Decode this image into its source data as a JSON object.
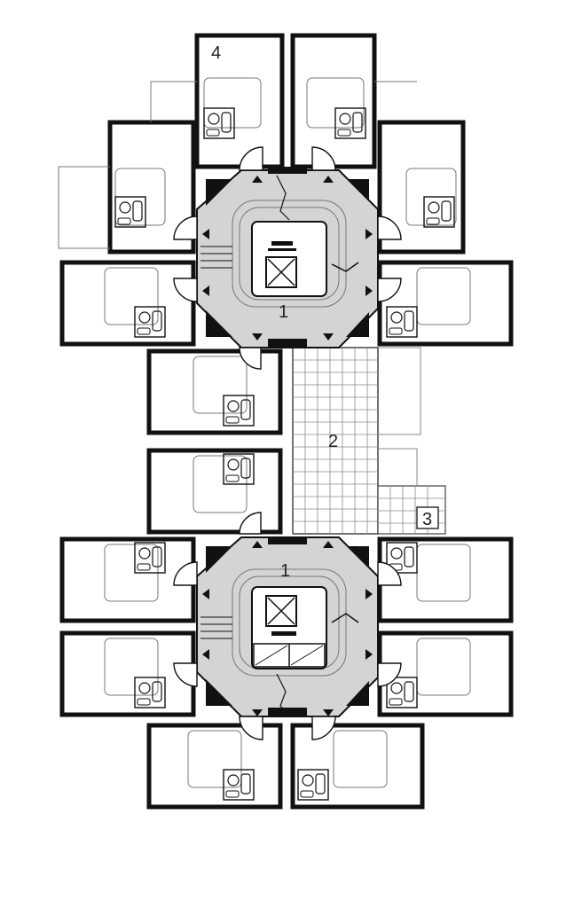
{
  "labels": {
    "top_room_number": "4",
    "top_core": "1",
    "corridor": "2",
    "side_box": "3",
    "bottom_core": "1"
  },
  "colors": {
    "wall": "#111111",
    "core_fill": "#d4d4d4",
    "grid_line": "#8a8a8a",
    "thin_line": "#666666",
    "paper": "#ffffff"
  },
  "icons": {
    "elevator": "elevator-x-icon",
    "door_swing": "door-arc-icon",
    "direction_marker": "triangle-arrow-icon"
  }
}
